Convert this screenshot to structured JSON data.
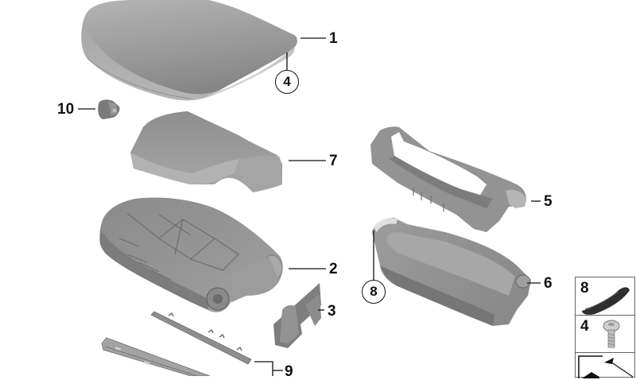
{
  "diagram": {
    "type": "exploded parts diagram",
    "subject": "armrest assembly",
    "colors": {
      "background": "#ffffff",
      "part_fill": "#9a9a9a",
      "part_shadow": "#6f6f6f",
      "part_highlight": "#c8c8c8",
      "label": "#111111",
      "leader_line": "#111111"
    },
    "callouts": [
      {
        "id": "1",
        "text": "1",
        "part": "armrest cover pad"
      },
      {
        "id": "2",
        "text": "2",
        "part": "armrest base frame"
      },
      {
        "id": "3",
        "text": "3",
        "part": "bracket"
      },
      {
        "id": "4",
        "text": "4",
        "part": "screw reference",
        "circled": true
      },
      {
        "id": "5",
        "text": "5",
        "part": "storage frame"
      },
      {
        "id": "6",
        "text": "6",
        "part": "storage tray"
      },
      {
        "id": "7",
        "text": "7",
        "part": "inner cover"
      },
      {
        "id": "8",
        "text": "8",
        "part": "rubber insert reference",
        "circled": true
      },
      {
        "id": "9",
        "text": "9",
        "part": "trim strips"
      },
      {
        "id": "10",
        "text": "10",
        "part": "small clip/button"
      }
    ],
    "legend": [
      {
        "number": "8",
        "icon": "rubber-insert-icon"
      },
      {
        "number": "4",
        "icon": "screw-icon"
      },
      {
        "number": "",
        "icon": "arrow-direction-icon"
      }
    ]
  }
}
